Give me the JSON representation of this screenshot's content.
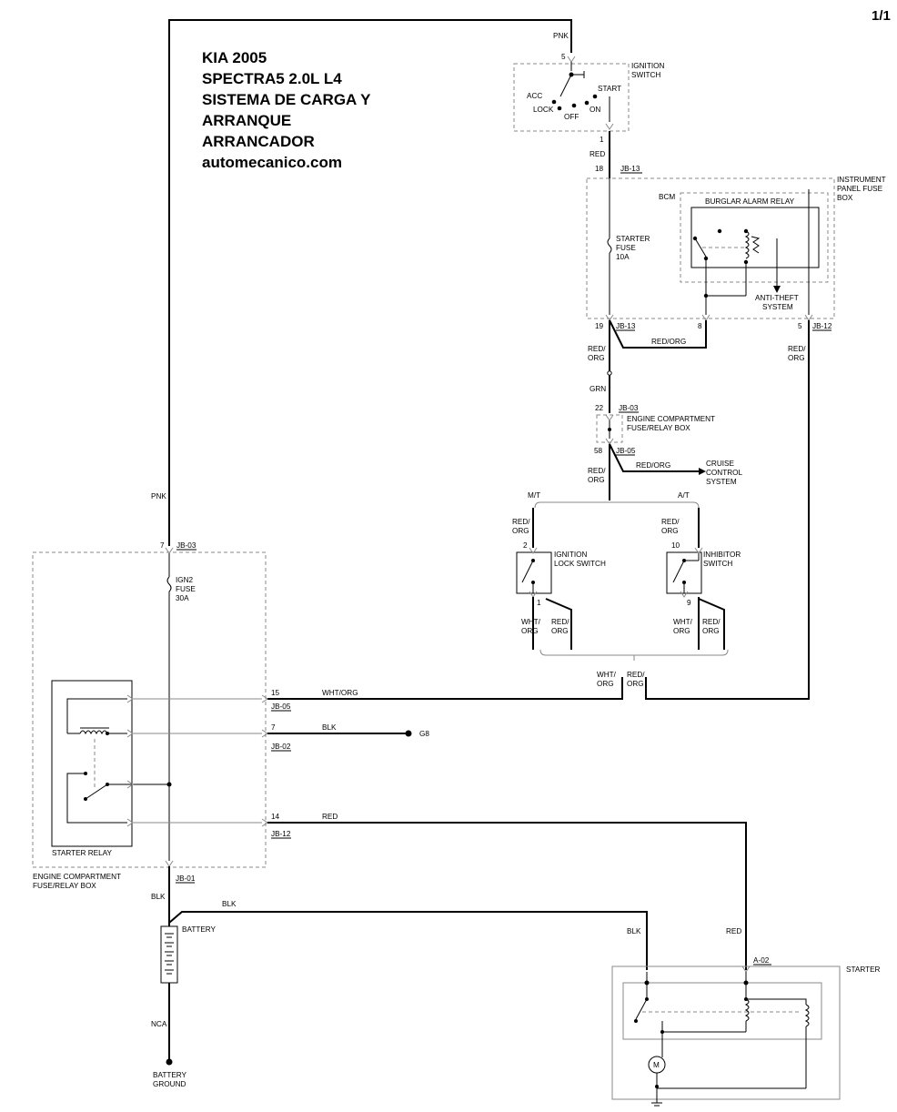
{
  "page_number": "1/1",
  "title": {
    "line1": "KIA 2005",
    "line2": "SPECTRA5 2.0L L4",
    "line3": "SISTEMA DE CARGA Y",
    "line4": "ARRANQUE",
    "line5": "ARRANCADOR",
    "line6": "automecanico.com"
  },
  "ignition_switch": {
    "name_l1": "IGNITION",
    "name_l2": "SWITCH",
    "pin_in": "5",
    "pin_out": "1",
    "acc": "ACC",
    "lock": "LOCK",
    "off": "OFF",
    "on": "ON",
    "start": "START"
  },
  "ip_fuse_box": {
    "name_l1": "INSTRUMENT",
    "name_l2": "PANEL FUSE",
    "name_l3": "BOX",
    "bcm": "BCM",
    "burglar_relay": "BURGLAR ALARM RELAY",
    "anti_theft_l1": "ANTI-THEFT",
    "anti_theft_l2": "SYSTEM",
    "starter_fuse_l1": "STARTER",
    "starter_fuse_l2": "FUSE",
    "starter_fuse_l3": "10A",
    "pin18": "18",
    "conn_top": "JB-13",
    "pin19": "19",
    "conn19": "JB-13",
    "pin8": "8",
    "pin5": "5",
    "conn5": "JB-12"
  },
  "ecf_small": {
    "name_l1": "ENGINE COMPARTMENT",
    "name_l2": "FUSE/RELAY BOX",
    "pin22": "22",
    "conn22": "JB-03",
    "pin58": "58",
    "conn58": "JB-05"
  },
  "cruise": {
    "l1": "CRUISE",
    "l2": "CONTROL",
    "l3": "SYSTEM"
  },
  "branches": {
    "mt": "M/T",
    "at": "A/T"
  },
  "ign_lock_switch": {
    "name_l1": "IGNITION",
    "name_l2": "LOCK SWITCH",
    "pin_in": "2",
    "pin_out": "1"
  },
  "inhibitor_switch": {
    "name_l1": "INHIBITOR",
    "name_l2": "SWITCH",
    "pin_in": "10",
    "pin_out": "9"
  },
  "wires": {
    "pnk": "PNK",
    "red": "RED",
    "red_org": "RED/ORG",
    "red_l1": "RED/",
    "org": "ORG",
    "grn": "GRN",
    "wht_l1": "WHT/",
    "wht_org": "WHT/ORG",
    "blk": "BLK",
    "nca": "NCA"
  },
  "ecf_main": {
    "name_l1": "ENGINE COMPARTMENT",
    "name_l2": "FUSE/RELAY BOX",
    "pin7_top": "7",
    "conn_top": "JB-03",
    "ign2_l1": "IGN2",
    "ign2_l2": "FUSE",
    "ign2_l3": "30A",
    "starter_relay": "STARTER  RELAY",
    "pin15": "15",
    "conn15": "JB-05",
    "pin7": "7",
    "conn7": "JB-02",
    "pin14": "14",
    "conn14": "JB-12",
    "conn_bottom": "JB-01"
  },
  "ground_g8": "G8",
  "battery": {
    "name": "BATTERY",
    "ground_l1": "BATTERY",
    "ground_l2": "GROUND"
  },
  "starter": {
    "name": "STARTER",
    "conn": "A-02",
    "motor": "M"
  }
}
